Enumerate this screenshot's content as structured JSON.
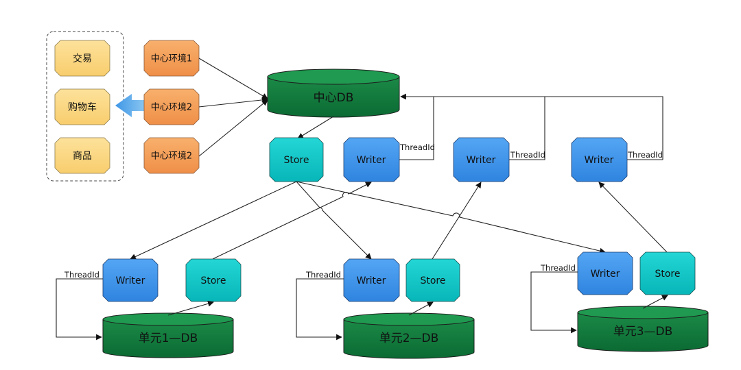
{
  "groups": {
    "business_items": [
      "交易",
      "购物车",
      "商品"
    ],
    "center_envs": [
      "中心环境1",
      "中心环境2",
      "中心环境2"
    ]
  },
  "databases": {
    "center": "中心DB",
    "unit1": "单元1—DB",
    "unit2": "单元2—DB",
    "unit3": "单元3—DB"
  },
  "nodes": {
    "center_store": "Store",
    "center_writer_1": "Writer",
    "center_writer_2": "Writer",
    "center_writer_3": "Writer",
    "unit1_writer": "Writer",
    "unit1_store": "Store",
    "unit2_writer": "Writer",
    "unit2_store": "Store",
    "unit3_writer": "Writer",
    "unit3_store": "Store"
  },
  "edge_labels": {
    "center_writer_1": "ThreadId",
    "center_writer_2": "ThreadId",
    "center_writer_3": "ThreadId",
    "unit1": "ThreadId",
    "unit2": "ThreadId",
    "unit3": "ThreadId"
  },
  "colors": {
    "business_fill": "#fcd783",
    "env_fill": "#f5a05a",
    "writer_fill": "#3f95ec",
    "store_fill": "#0bc7c9",
    "db_fill": "#0d7a3a",
    "arrow_blue": "#5aa9e6"
  }
}
